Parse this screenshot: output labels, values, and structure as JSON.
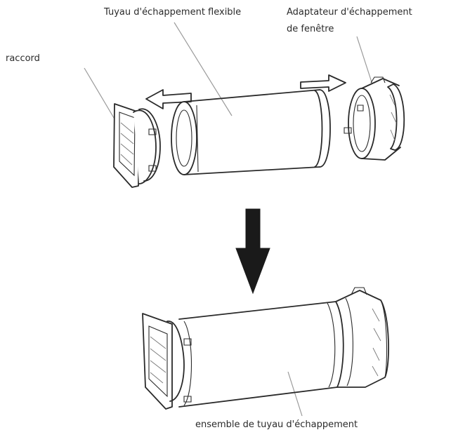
{
  "labels": {
    "hose": "Tuyau d'échappement flexible",
    "window_adapter_line1": "Adaptateur d'échappement",
    "window_adapter_line2": "de fenêtre",
    "connector": "raccord",
    "assembly": "ensemble de tuyau d'échappement"
  },
  "colors": {
    "line": "#2a2a2a",
    "leader": "#9a9a9a",
    "arrow_fill": "#1a1a1a",
    "background": "#ffffff"
  },
  "icons": {
    "step_arrow": "down-arrow-icon",
    "attach_left": "left-outline-arrow-icon",
    "attach_right": "right-outline-arrow-icon"
  }
}
